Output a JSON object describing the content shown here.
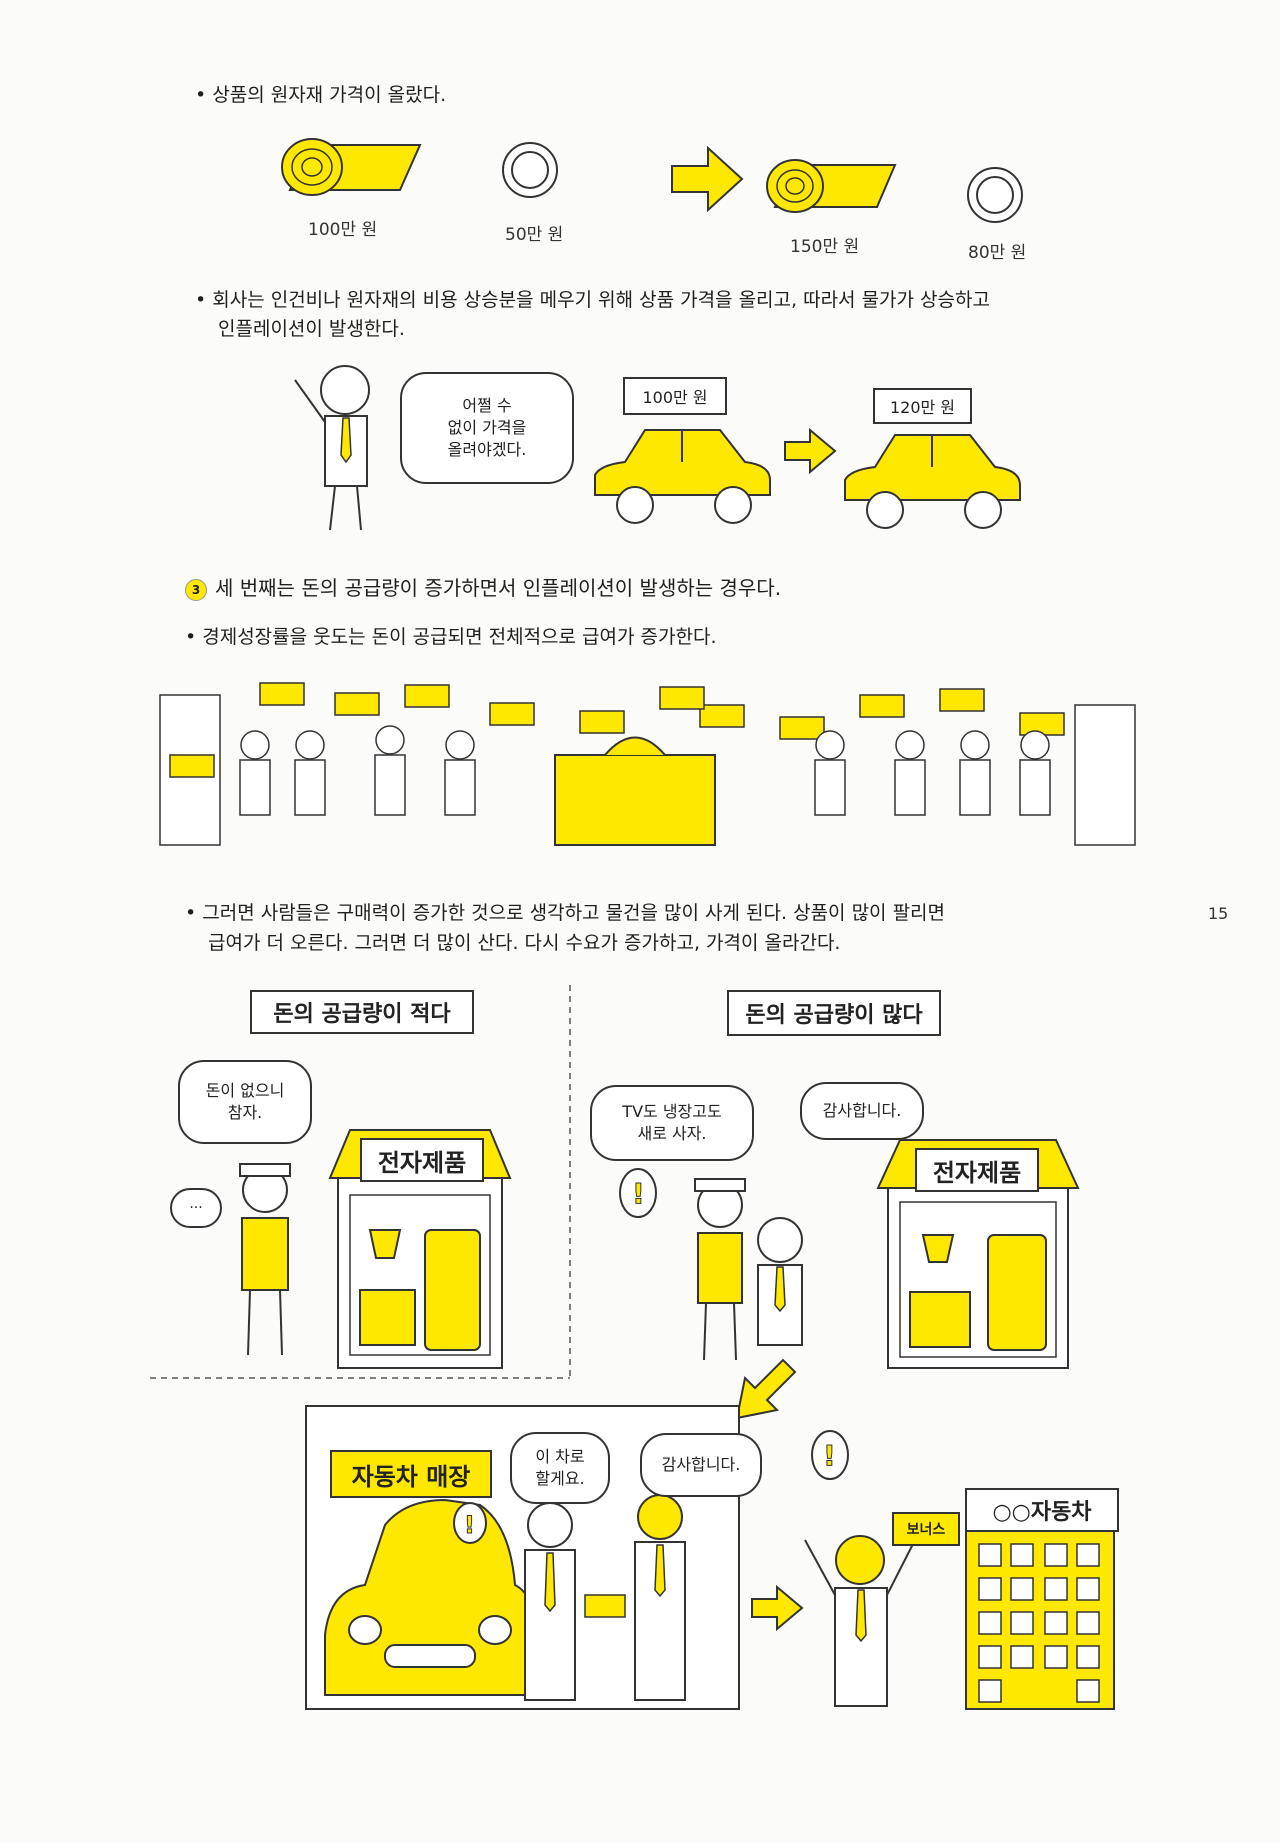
{
  "section_raw": {
    "bullet": "• 상품의 원자재 가격이 올랐다.",
    "price_roll_before": "100만 원",
    "price_ring_before": "50만 원",
    "price_roll_after": "150만 원",
    "price_ring_after": "80만 원"
  },
  "section_company": {
    "bullet_line1": "• 회사는 인건비나 원자재의 비용 상승분을 메우기 위해 상품 가격을 올리고, 따라서 물가가 상승하고",
    "bullet_line2": "인플레이션이 발생한다.",
    "speech": "어쩔 수\n없이 가격을\n올려야겠다.",
    "car_price_before": "100만 원",
    "car_price_after": "120만 원"
  },
  "section_three": {
    "number": "3",
    "heading": "세 번째는 돈의 공급량이 증가하면서 인플레이션이 발생하는 경우다.",
    "bullet": "• 경제성장률을 웃도는 돈이 공급되면 전체적으로 급여가 증가한다."
  },
  "section_demand": {
    "bullet_line1": "• 그러면 사람들은 구매력이 증가한 것으로 생각하고 물건을 많이 사게 된다. 상품이 많이 팔리면",
    "bullet_line2": "급여가 더 오른다. 그러면 더 많이 산다. 다시 수요가 증가하고, 가격이 올라간다."
  },
  "panel_low": {
    "title": "돈의 공급량이 적다",
    "speech": "돈이 없으니\n참자.",
    "thought": "···",
    "store_sign": "전자제품"
  },
  "panel_high": {
    "title": "돈의 공급량이 많다",
    "speech_customer": "TV도 냉장고도\n새로 사자.",
    "speech_clerk": "감사합니다.",
    "store_sign": "전자제품"
  },
  "panel_car": {
    "store_sign": "자동차 매장",
    "speech_buyer": "이 차로\n할게요.",
    "speech_seller": "감사합니다.",
    "bonus": "보너스",
    "company_sign": "○○자동차"
  },
  "page_number": "15",
  "colors": {
    "accent": "#ffe800",
    "ink": "#333333"
  }
}
